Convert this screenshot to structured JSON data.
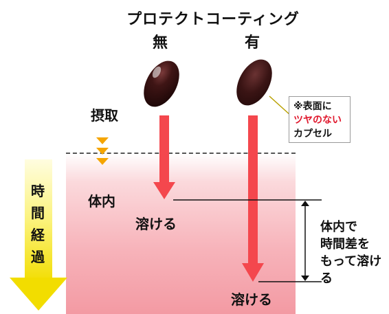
{
  "title": "プロテクトコーティング",
  "columns": {
    "without": "無",
    "with": "有"
  },
  "labels": {
    "intake": "摂取",
    "in_body": "体内",
    "dissolve_left": "溶ける",
    "dissolve_right": "溶ける"
  },
  "callout": {
    "line1": "※表面に",
    "line2": "ツヤのない",
    "line3": "カプセル"
  },
  "note": {
    "line1": "体内で",
    "line2": "時間差を",
    "line3": "もって溶ける"
  },
  "time_arrow": {
    "c1": "時",
    "c2": "間",
    "c3": "経",
    "c4": "過"
  },
  "colors": {
    "arrow_red": "#f4474d",
    "time_arrow": "#f6e400",
    "intake_marker": "#f5a500",
    "capsule": "#3a1212"
  }
}
